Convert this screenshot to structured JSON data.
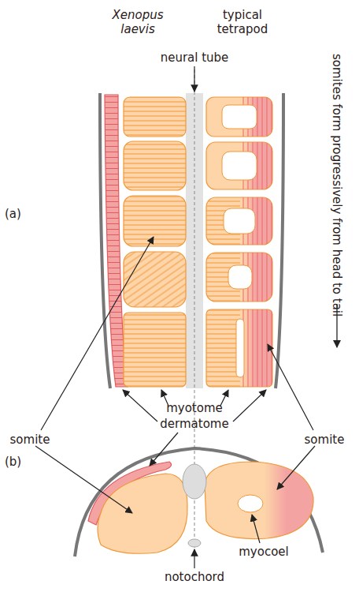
{
  "diagram": {
    "labels": [
      "Xenopus laevis",
      "typical tetrapod",
      "neural tube",
      "(a)",
      "somites form progressively from head to tail",
      "somite",
      "somite",
      "myotome",
      "dermatome",
      "(b)",
      "myocoel",
      "notochord"
    ]
  }
}
